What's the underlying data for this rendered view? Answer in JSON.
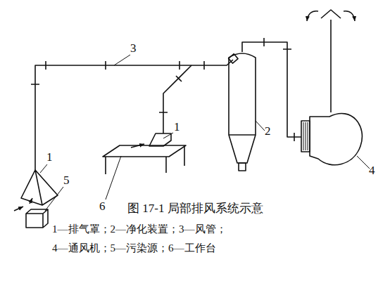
{
  "diagram": {
    "caption": "图 17-1 局部排风系统示意",
    "labels": [
      "1",
      "5",
      "3",
      "1",
      "6",
      "2",
      "4",
      "1—排气罩；2—净化装置；3—风管；",
      "4—通风机；5—污染源；6—工作台"
    ]
  }
}
